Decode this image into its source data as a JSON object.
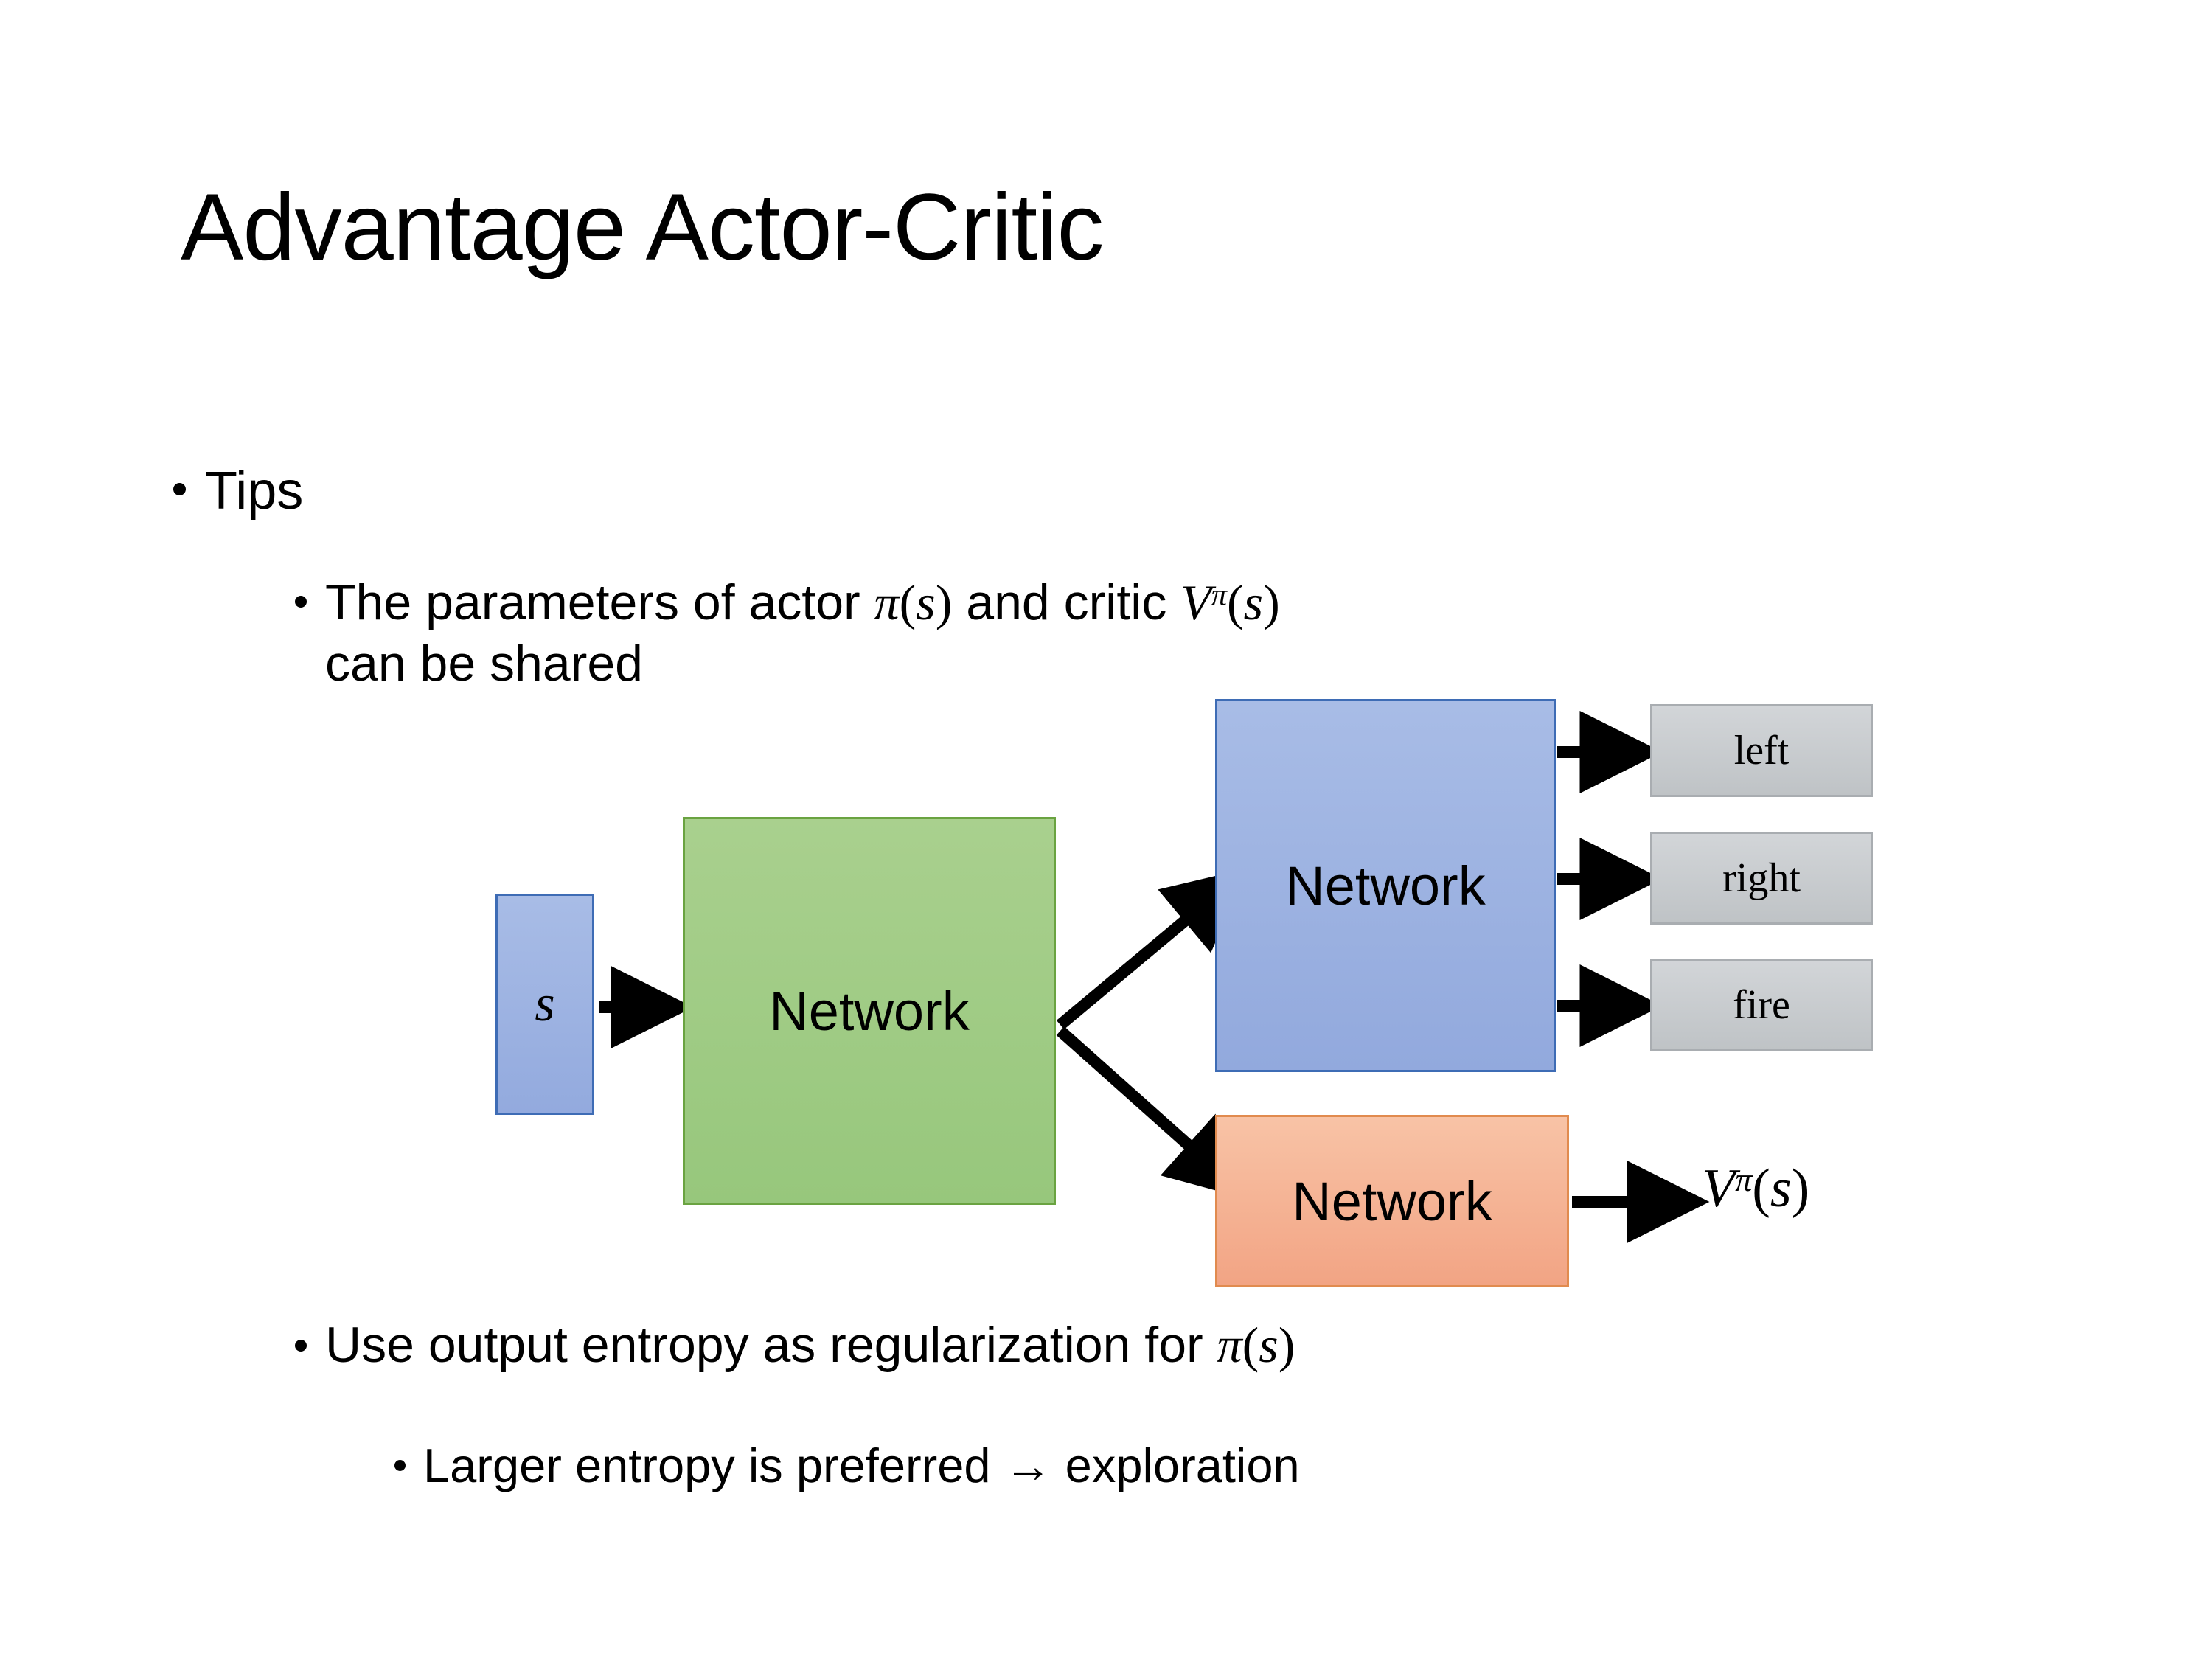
{
  "slide": {
    "title": "Advantage Actor-Critic",
    "background": "#ffffff"
  },
  "bullets": {
    "tips": "Tips",
    "parameters_prefix": "The parameters of actor ",
    "parameters_actor_math": "π(s)",
    "parameters_middle": "  and critic ",
    "parameters_critic_math": "Vπ(s)",
    "parameters_second_line": "can be shared",
    "entropy_prefix": "Use output entropy as regularization for ",
    "entropy_math": "π(s)",
    "larger_entropy": "Larger entropy is preferred → exploration"
  },
  "diagram": {
    "input_label": "s",
    "shared_network_label": "Network",
    "actor_network_label": "Network",
    "critic_network_label": "Network",
    "actions": [
      {
        "label": "left"
      },
      {
        "label": "right"
      },
      {
        "label": "fire"
      }
    ],
    "critic_output": "Vπ(s)",
    "colors": {
      "input_box": "#9db2e0",
      "input_border": "#3e6cb5",
      "shared_box": "#a9d08e",
      "shared_border": "#6aa341",
      "actor_box": "#9db2e0",
      "actor_border": "#3e6cb5",
      "critic_box": "#f4ab87",
      "critic_border": "#e18b4f",
      "action_box": "#c7cacd",
      "action_border": "#a9adb1",
      "arrow": "#000000"
    }
  }
}
